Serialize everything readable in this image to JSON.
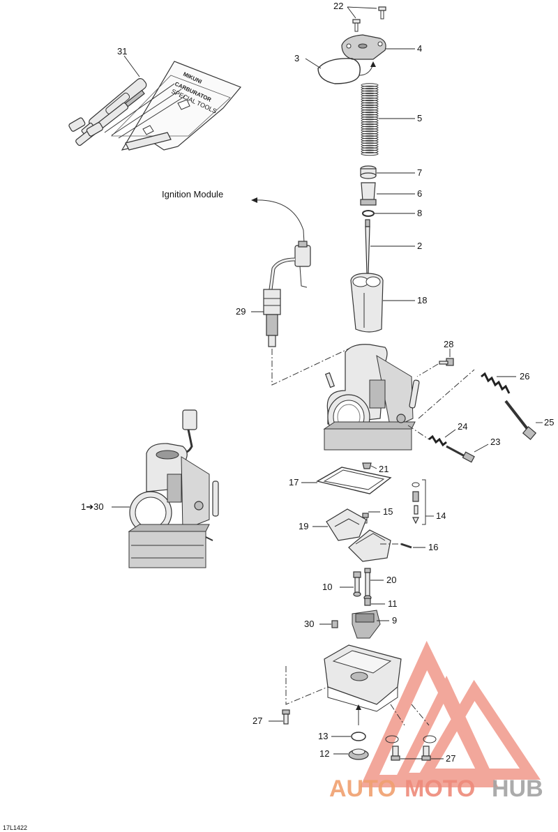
{
  "diagram_id": "17L1422",
  "ignition_label": "Ignition Module",
  "callouts": {
    "c22": "22",
    "c4": "4",
    "c3": "3",
    "c31": "31",
    "c5": "5",
    "c7": "7",
    "c6": "6",
    "c8": "8",
    "c2": "2",
    "c18": "18",
    "c29": "29",
    "c28": "28",
    "c26": "26",
    "c25": "25",
    "c24": "24",
    "c23": "23",
    "c21": "21",
    "c17": "17",
    "c15": "15",
    "c14": "14",
    "c19": "19",
    "c16": "16",
    "c20": "20",
    "c10": "10",
    "c11": "11",
    "c9": "9",
    "c30": "30",
    "c27a": "27",
    "c13": "13",
    "c12": "12",
    "c27b": "27",
    "c1to30": "1➔30"
  },
  "tool_kit": {
    "line1": "MIKUNI",
    "line2": "CARBURATOR",
    "line3": "SPECIAL TOOLS"
  },
  "watermark": {
    "part1": "AUTO",
    "part2": "MOTO",
    "part3": "HUB",
    "color_main": "#f08a6a",
    "color_hub": "#a3a3a3"
  }
}
